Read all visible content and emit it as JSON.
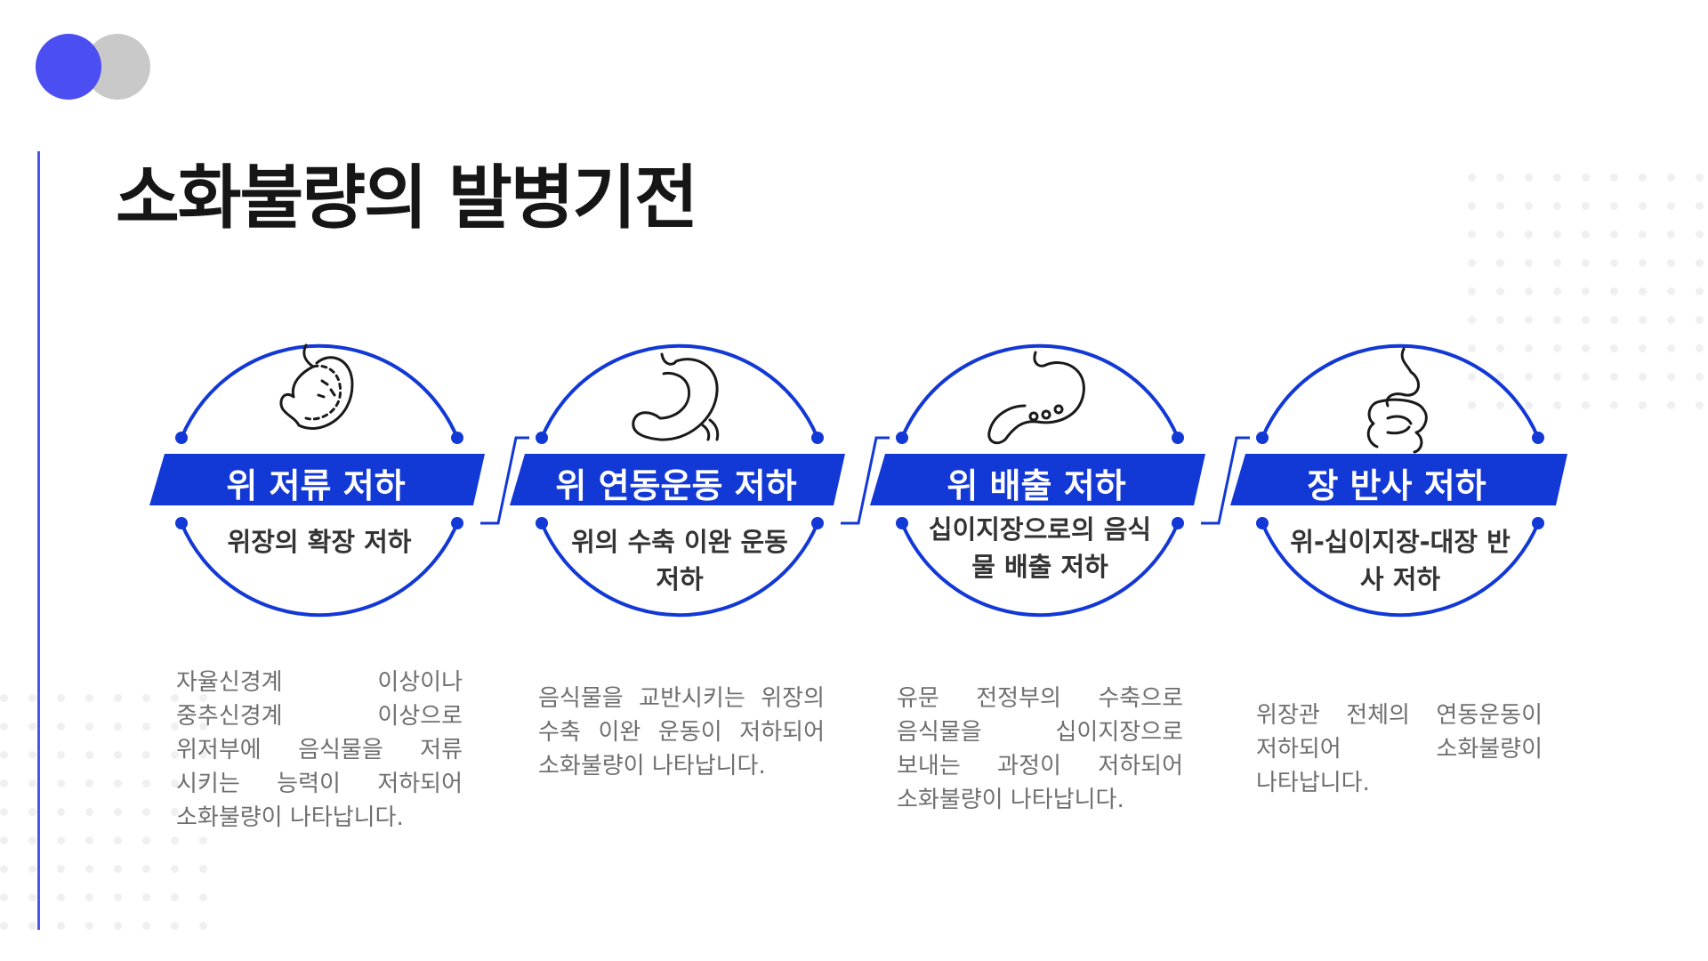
{
  "title": "소화불량의 발병기전",
  "colors": {
    "accent": "#1238d6",
    "deco_blue": "#4b4ef0",
    "deco_gray": "#c9c9c9"
  },
  "cards": [
    {
      "heading": "위 저류 저하",
      "subtitle": "위장의 확장 저하",
      "icon": "stomach-distension-icon",
      "description": "자율신경계 이상이나 중추신경계 이상으로 위저부에 음식물을 저류 시키는 능력이 저하되어 소화불량이 나타납니다."
    },
    {
      "heading": "위 연동운동 저하",
      "subtitle": "위의 수축 이완 운동 저하",
      "icon": "stomach-motility-icon",
      "description": "음식물을 교반시키는 위장의 수축 이완 운동이 저하되어 소화불량이 나타납니다."
    },
    {
      "heading": "위 배출 저하",
      "subtitle": "십이지장으로의 음식물 배출 저하",
      "icon": "stomach-emptying-icon",
      "description": "유문 전정부의 수축으로 음식물을 십이지장으로 보내는 과정이 저하되어 소화불량이 나타납니다."
    },
    {
      "heading": "장 반사 저하",
      "subtitle": "위-십이지장-대장 반사 저하",
      "icon": "intestine-icon",
      "description": "위장관 전체의 연동운동이 저하되어 소화불량이 나타납니다."
    }
  ]
}
